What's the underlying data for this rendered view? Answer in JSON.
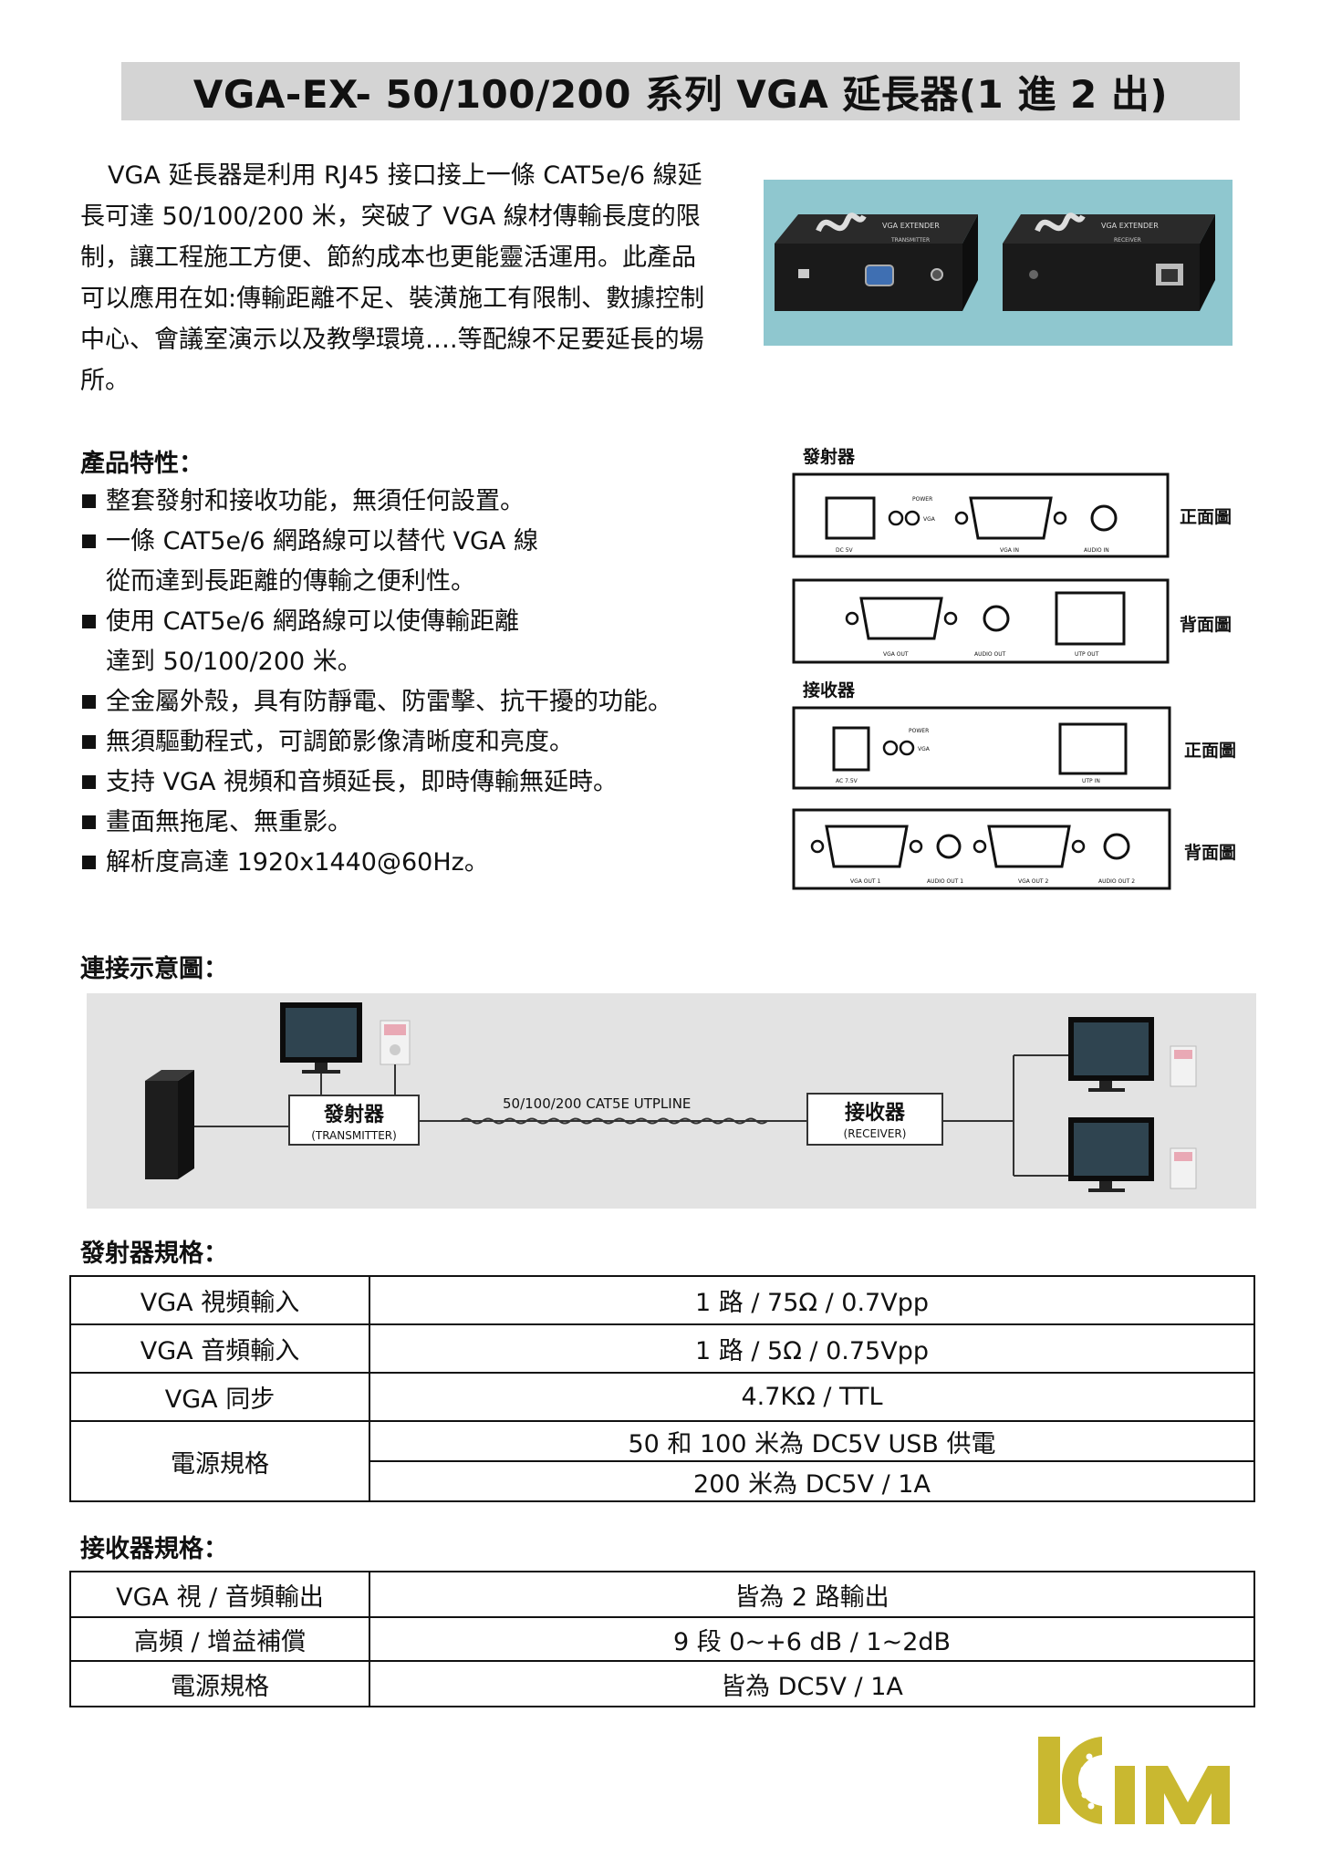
{
  "title": "VGA-EX- 50/100/200  系列 VGA 延長器(1 進 2 出)",
  "intro": "VGA 延長器是利用 RJ45 接口接上一條 CAT5e/6 線延長可達 50/100/200 米，突破了 VGA 線材傳輸長度的限制，讓工程施工方便、節約成本也更能靈活運用。此產品可以應用在如:傳輸距離不足、裝潢施工有限制、數據控制中心、會議室演示以及教學環境….等配線不足要延長的場所。",
  "features_heading": "產品特性：",
  "features": [
    {
      "line1": "整套發射和接收功能，無須任何設置。",
      "line2": ""
    },
    {
      "line1": "一條 CAT5e/6 網路線可以替代 VGA 線",
      "line2": "從而達到長距離的傳輸之便利性。"
    },
    {
      "line1": "使用 CAT5e/6 網路線可以使傳輸距離",
      "line2": "達到 50/100/200 米。"
    },
    {
      "line1": "全金屬外殼，具有防靜電、防雷擊、抗干擾的功能。",
      "line2": ""
    },
    {
      "line1": "無須驅動程式，可調節影像清晰度和亮度。",
      "line2": ""
    },
    {
      "line1": "支持 VGA 視頻和音頻延長，即時傳輸無延時。",
      "line2": ""
    },
    {
      "line1": "畫面無拖尾、無重影。",
      "line2": ""
    },
    {
      "line1": "解析度高達 1920x1440@60Hz。",
      "line2": ""
    }
  ],
  "panels": {
    "transmitter_label": "發射器",
    "receiver_label": "接收器",
    "front_view": "正面圖",
    "back_view": "背面圖",
    "tx_front": {
      "power": "POWER",
      "vga": "VGA",
      "dc": "DC 5V",
      "vga_in": "VGA IN",
      "audio_in": "AUDIO IN"
    },
    "tx_back": {
      "vga_out": "VGA OUT",
      "audio_out": "AUDIO OUT",
      "utp_out": "UTP OUT"
    },
    "rx_front": {
      "power": "POWER",
      "vga": "VGA",
      "ac": "AC 7.5V",
      "utp_in": "UTP IN"
    },
    "rx_back": {
      "vga_out1": "VGA OUT 1",
      "audio_out1": "AUDIO OUT 1",
      "vga_out2": "VGA OUT 2",
      "audio_out2": "AUDIO OUT 2"
    }
  },
  "photo": {
    "unit1_label": "VGA EXTENDER",
    "unit1_sub": "TRANSMITTER",
    "unit2_label": "VGA EXTENDER",
    "unit2_sub": "RECEIVER"
  },
  "connection_heading": "連接示意圖：",
  "connection": {
    "tx_cn": "發射器",
    "tx_en": "(TRANSMITTER)",
    "rx_cn": "接收器",
    "rx_en": "(RECEIVER)",
    "cable": "50/100/200  CAT5E UTPLINE"
  },
  "tx_spec_heading": "發射器規格：",
  "tx_spec": {
    "r1": [
      "VGA 視頻輸入",
      "1 路  / 75Ω / 0.7Vpp"
    ],
    "r2": [
      "VGA 音頻輸入",
      "1 路  / 5Ω / 0.75Vpp"
    ],
    "r3": [
      "VGA 同步",
      "4.7KΩ / TTL"
    ],
    "r4_label": "電源規格",
    "r4a": "50 和 100 米為 DC5V USB 供電",
    "r4b": "200 米為 DC5V / 1A"
  },
  "rx_spec_heading": "接收器規格：",
  "rx_spec": {
    "r1": [
      "VGA 視  /  音頻輸出",
      "皆為 2 路輸出"
    ],
    "r2": [
      "高頻  /  增益補償",
      "9 段 0~+6 dB / 1~2dB"
    ],
    "r3": [
      "電源規格",
      "皆為 DC5V / 1A"
    ]
  },
  "logo_text": "KIM",
  "colors": {
    "logo": "#c9b830",
    "photo_bg": "#8fc7cf",
    "title_bg": "#d4d4d4"
  }
}
